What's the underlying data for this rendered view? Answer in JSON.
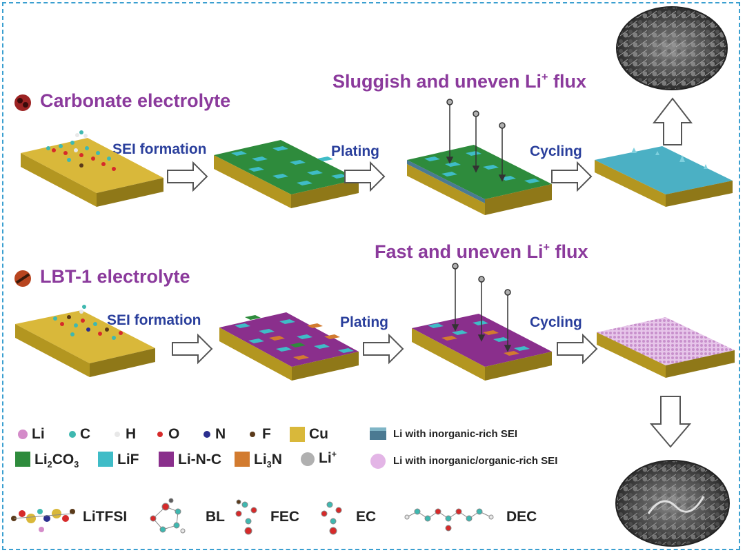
{
  "rows": [
    {
      "title": "Carbonate electrolyte",
      "flux_label": "Sluggish and uneven Li",
      "flux_sup": "+",
      "flux_tail": " flux",
      "step1": "SEI formation",
      "step2": "Plating",
      "step3": "Cycling"
    },
    {
      "title": "LBT-1 electrolyte",
      "flux_label": "Fast and uneven Li",
      "flux_sup": "+",
      "flux_tail": " flux",
      "step1": "SEI formation",
      "step2": "Plating",
      "step3": "Cycling"
    }
  ],
  "legend": {
    "atoms": [
      {
        "label": "Li",
        "color": "#d48bc9"
      },
      {
        "label": "C",
        "color": "#3fb8b0"
      },
      {
        "label": "H",
        "color": "#e8e8e8"
      },
      {
        "label": "O",
        "color": "#d62a2a"
      },
      {
        "label": "N",
        "color": "#2b2f8f"
      },
      {
        "label": "F",
        "color": "#5a3a1a"
      }
    ],
    "cu": {
      "label": "Cu",
      "color": "#d9b83a"
    },
    "species": [
      {
        "label_main": "Li",
        "sub1": "2",
        "label_mid": "CO",
        "sub2": "3",
        "color": "#2e8b3c"
      },
      {
        "label_main": "LiF",
        "sub1": "",
        "label_mid": "",
        "sub2": "",
        "color": "#3fbcc7"
      },
      {
        "label_main": "Li-N-C",
        "sub1": "",
        "label_mid": "",
        "sub2": "",
        "color": "#8a2f8c"
      },
      {
        "label_main": "Li",
        "sub1": "3",
        "label_mid": "N",
        "sub2": "",
        "color": "#d27b2f"
      }
    ],
    "li_ion": {
      "label": "Li",
      "sup": "+",
      "color": "#b0b0b0"
    },
    "sei_inorganic": {
      "label": "Li with inorganic-rich SEI",
      "color": "#4b7a92"
    },
    "sei_mixed": {
      "label": "Li with inorganic/organic-rich SEI",
      "color": "#e3b5e6"
    },
    "molecules": [
      "LiTFSI",
      "BL",
      "FEC",
      "EC",
      "DEC"
    ]
  },
  "colors": {
    "accent_purple": "#8b3a9c",
    "accent_blue": "#2a3f9c",
    "frame": "#3a9fd0"
  }
}
